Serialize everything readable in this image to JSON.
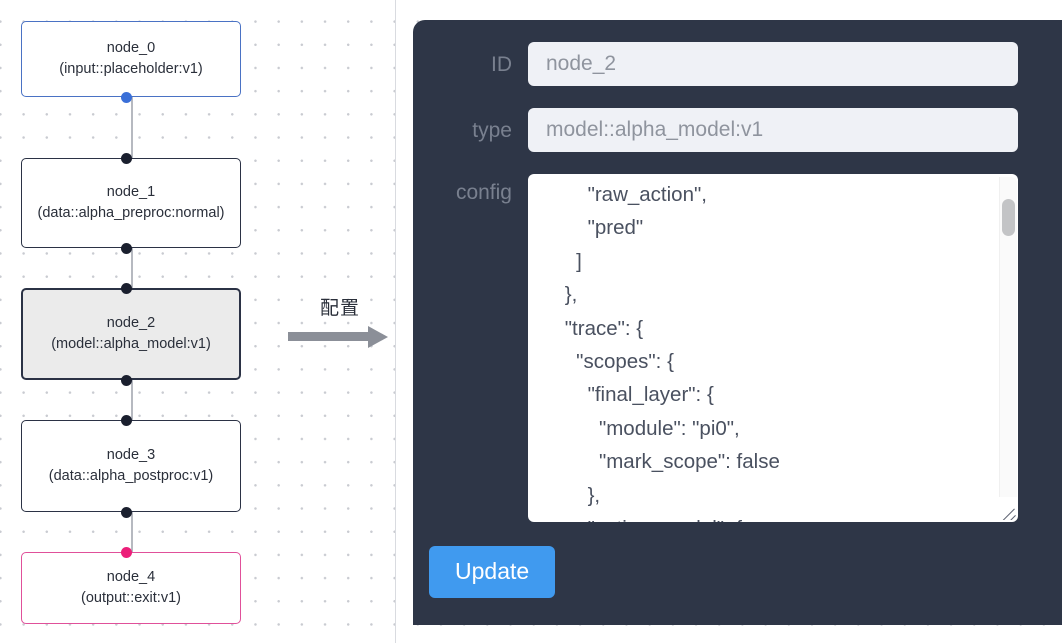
{
  "graph": {
    "nodes": [
      {
        "id": "node_0",
        "title": "node_0",
        "subtitle": "(input::placeholder:v1)",
        "kind": "input",
        "selected": false
      },
      {
        "id": "node_1",
        "title": "node_1",
        "subtitle": "(data::alpha_preproc:normal)",
        "kind": "default",
        "selected": false
      },
      {
        "id": "node_2",
        "title": "node_2",
        "subtitle": "(model::alpha_model:v1)",
        "kind": "model",
        "selected": true
      },
      {
        "id": "node_3",
        "title": "node_3",
        "subtitle": "(data::alpha_postproc:v1)",
        "kind": "default",
        "selected": false
      },
      {
        "id": "node_4",
        "title": "node_4",
        "subtitle": "(output::exit:v1)",
        "kind": "output",
        "selected": false
      }
    ],
    "edges": [
      {
        "from": "node_0",
        "to": "node_1"
      },
      {
        "from": "node_1",
        "to": "node_2"
      },
      {
        "from": "node_2",
        "to": "node_3"
      },
      {
        "from": "node_3",
        "to": "node_4"
      }
    ],
    "colors": {
      "input_border": "#4a72c4",
      "output_border": "#e0509a",
      "default_border": "#2b3245",
      "selected_fill": "#ebebeb",
      "edge": "#b6b9c0",
      "handle": "#1a1f2e",
      "handle_input": "#3a6fd8",
      "handle_output": "#ec1e79"
    }
  },
  "arrow": {
    "caption": "配置",
    "color": "#8b8f98"
  },
  "panel": {
    "background": "#2e3647",
    "fields": [
      {
        "key": "id",
        "label": "ID",
        "value": "node_2"
      },
      {
        "key": "type",
        "label": "type",
        "value": "model::alpha_model:v1"
      }
    ],
    "config": {
      "label": "config",
      "value": "        \"raw_action\",\n        \"pred\"\n      ]\n    },\n    \"trace\": {\n      \"scopes\": {\n        \"final_layer\": {\n          \"module\": \"pi0\",\n          \"mark_scope\": false\n        },\n        \"action_model\": {"
    },
    "update_button": {
      "label": "Update",
      "color": "#409aef"
    }
  }
}
